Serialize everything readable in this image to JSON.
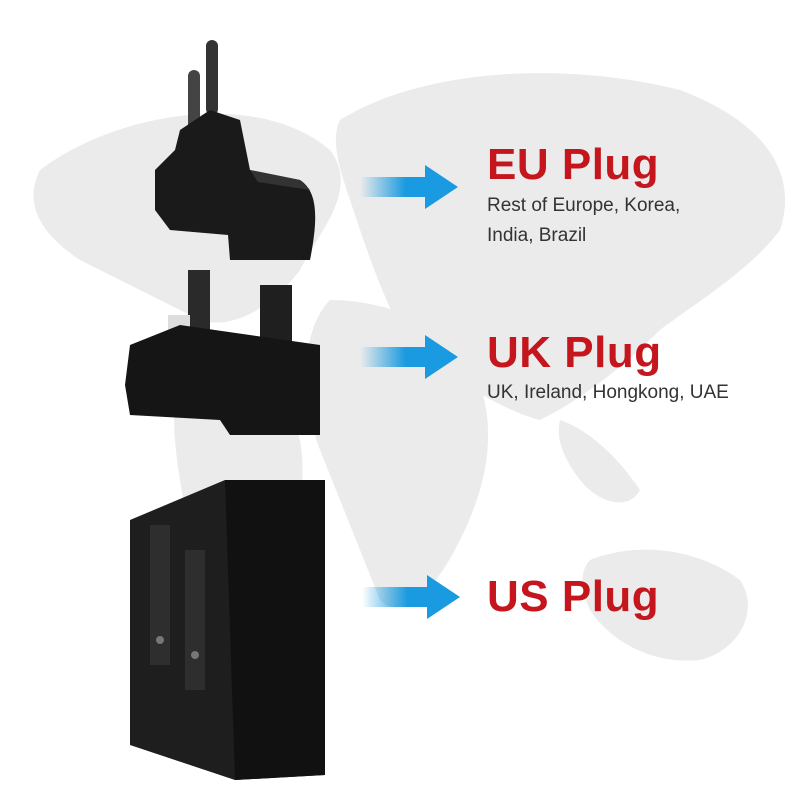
{
  "colors": {
    "title": "#c4161c",
    "arrow": "#1a9ae0",
    "map": "#ebebeb",
    "plug": "#1a1a1a"
  },
  "sections": [
    {
      "title": "EU Plug",
      "lines": [
        "Rest of Europe, Korea,",
        "India, Brazil"
      ]
    },
    {
      "title": "UK Plug",
      "lines": [
        "UK, Ireland, Hongkong, UAE"
      ]
    },
    {
      "title": "US Plug",
      "lines": []
    }
  ]
}
